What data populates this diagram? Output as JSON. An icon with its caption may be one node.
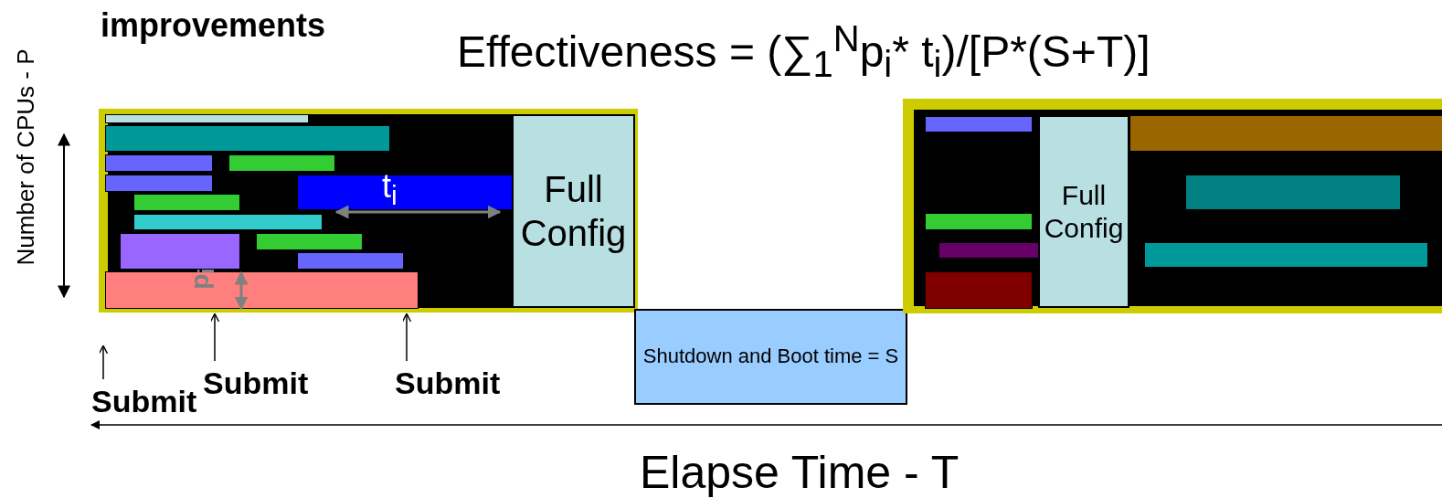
{
  "diagram": {
    "title": "improvements",
    "nodes": [
      {
        "text": [],
        "shape": "box"
      },
      {
        "text": [
          "Full Config"
        ],
        "in": 0
      },
      {
        "text": [
          "Shutdown and Boot time = S"
        ]
      },
      {
        "text": [],
        "shape": "box"
      },
      {
        "text": [
          "Full Config"
        ],
        "in": 3
      },
      {
        "text": [
          "Submit"
        ]
      },
      {
        "text": [
          "Submit"
        ]
      },
      {
        "text": [
          "Submit"
        ]
      }
    ],
    "edges": [
      {
        "from": 5,
        "to": null,
        "arrow": "to"
      },
      {
        "from": 6,
        "to": 0,
        "arrow": "to"
      },
      {
        "from": 7,
        "to": 0,
        "arrow": "to"
      }
    ],
    "labels": [
      "Effectiveness = (∑$_{1}$$^{N}$p$_{i}$* t$_{i}$)/[P*(S+T)]",
      "Number of CPUs - P",
      "t$_{i}$",
      "p$_{i}$",
      "Elapse Time - T"
    ]
  }
}
